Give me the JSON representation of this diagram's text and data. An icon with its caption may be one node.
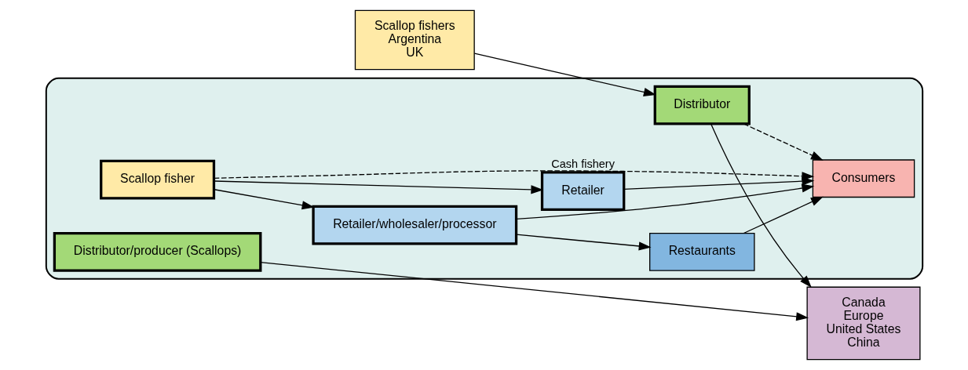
{
  "diagram": {
    "nodes": [
      {
        "text": [],
        "shape": "box"
      },
      {
        "text": [
          "Distributor/producer (Scallops)"
        ],
        "in": 0
      },
      {
        "text": [
          "Scallop fishers",
          "Argentina",
          "UK"
        ]
      },
      {
        "text": [
          "Distributor"
        ],
        "in": 0
      },
      {
        "text": [
          "Canada",
          "Europe",
          "United States",
          "China"
        ]
      },
      {
        "text": [
          "Scallop fisher"
        ],
        "in": 0
      },
      {
        "text": [
          "Retailer/wholesaler/processor"
        ],
        "in": 0
      },
      {
        "text": [
          "Restaurants"
        ],
        "in": 0
      },
      {
        "text": [
          "Retailer"
        ],
        "in": 0
      },
      {
        "text": [
          "Consumers"
        ],
        "in": 0
      }
    ],
    "edges": [
      {
        "from": 1,
        "to": 4,
        "arrow": "to"
      },
      {
        "from": 3,
        "to": 4,
        "arrow": "to"
      },
      {
        "from": 2,
        "to": 3,
        "arrow": "to"
      },
      {
        "from": 3,
        "to": 9,
        "arrow": "to",
        "style": "dashed"
      },
      {
        "from": 5,
        "to": 6,
        "arrow": "to"
      },
      {
        "from": 5,
        "to": 8,
        "arrow": "to"
      },
      {
        "from": 6,
        "to": 7,
        "arrow": "to"
      },
      {
        "from": 6,
        "to": 9,
        "arrow": "to"
      },
      {
        "from": 7,
        "to": 9,
        "arrow": "to"
      },
      {
        "from": 8,
        "to": 9,
        "arrow": "to"
      },
      {
        "from": 5,
        "to": 9,
        "arrow": "to",
        "style": "dashed",
        "label": "Cash fishery"
      }
    ]
  }
}
